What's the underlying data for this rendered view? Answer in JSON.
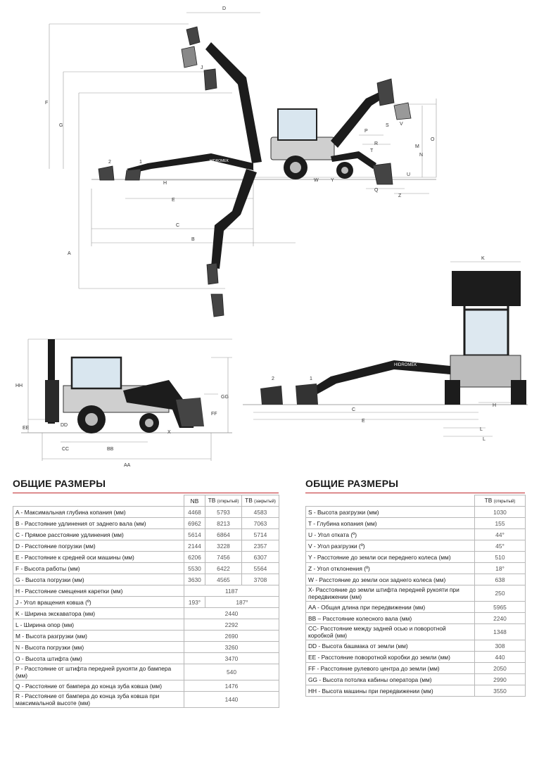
{
  "labels": {
    "top": [
      "D",
      "F",
      "G",
      "A",
      "C",
      "B",
      "E",
      "H",
      "1",
      "2",
      "J",
      "P",
      "T",
      "R",
      "S",
      "Y",
      "Q",
      "W",
      "U",
      "Z",
      "V",
      "M",
      "N",
      "O"
    ],
    "front": [
      "K"
    ],
    "side": [
      "HH",
      "EE",
      "DD",
      "CC",
      "BB",
      "AA",
      "GG",
      "FF",
      "X"
    ],
    "reach": [
      "1",
      "2",
      "C",
      "E",
      "H",
      "L",
      "L"
    ]
  },
  "brand": "HIDROMEK",
  "left_table": {
    "title": "ОБЩИЕ РАЗМЕРЫ",
    "headers": [
      "NB",
      "TB",
      "(открытый)",
      "TB",
      "(закрытый)"
    ],
    "rows": [
      {
        "label": "A - Максимальная глубина копания (мм)",
        "nb": "4468",
        "tbo": "5793",
        "tbc": "4583"
      },
      {
        "label": "B - Расстояние удлинения от заднего вала (мм)",
        "nb": "6962",
        "tbo": "8213",
        "tbc": "7063"
      },
      {
        "label": "C - Прямое расстояние удлинения (мм)",
        "nb": "5614",
        "tbo": "6864",
        "tbc": "5714"
      },
      {
        "label": "D - Расстояние погрузки (мм)",
        "nb": "2144",
        "tbo": "3228",
        "tbc": "2357"
      },
      {
        "label": "E - Расстояние к средней оси машины (мм)",
        "nb": "6206",
        "tbo": "7456",
        "tbc": "6307"
      },
      {
        "label": "F - Высота работы (мм)",
        "nb": "5530",
        "tbo": "6422",
        "tbc": "5564"
      },
      {
        "label": "G - Высота погрузки (мм)",
        "nb": "3630",
        "tbo": "4565",
        "tbc": "3708"
      },
      {
        "label": "H - Расстояние смещения каретки (мм)",
        "all": "1187"
      },
      {
        "label": "J - Угол вращения ковша (º)",
        "nb": "193°",
        "merged": "187°"
      },
      {
        "label": "K - Ширина экскаватора (мм)",
        "all": "2440"
      },
      {
        "label": "L - Ширина опор (мм)",
        "all": "2292"
      },
      {
        "label": "M - Высота разгрузки (мм)",
        "all": "2690"
      },
      {
        "label": "N - Высота погрузки (мм)",
        "all": "3260"
      },
      {
        "label": "O - Высота штифта (мм)",
        "all": "3470"
      },
      {
        "label": "P - Расстояние от штифта передней рукояти до бампера (мм)",
        "all": "540"
      },
      {
        "label": "Q - Расстояние от бампера до конца зуба ковша (мм)",
        "all": "1476"
      },
      {
        "label": "R - Расстояние от бампера до конца зуба ковша при максимальной высоте (мм)",
        "all": "1440"
      }
    ]
  },
  "right_table": {
    "title": "ОБЩИЕ РАЗМЕРЫ",
    "headers": [
      "TB",
      "(открытый)"
    ],
    "rows": [
      {
        "label": "S - Высота разгрузки (мм)",
        "val": "1030"
      },
      {
        "label": "T - Глубина копания (мм)",
        "val": "155"
      },
      {
        "label": "U - Угол отката (º)",
        "val": "44°"
      },
      {
        "label": "V - Угол разгрузки (º)",
        "val": "45°"
      },
      {
        "label": "Y - Расстояние до земли оси переднего колеса (мм)",
        "val": "510"
      },
      {
        "label": "Z - Угол отклонения (º)",
        "val": "18°"
      },
      {
        "label": "W - Расстояние до земли оси заднего колеса (мм)",
        "val": "638"
      },
      {
        "label": "X- Расстояние до земли штифта передней рукояти при передвижении (мм)",
        "val": "250"
      },
      {
        "label": "AA - Общая длина при передвижении (мм)",
        "val": "5965"
      },
      {
        "label": "BB – Расстояние колесного вала (мм)",
        "val": "2240"
      },
      {
        "label": "CC- Расстояние между задней осью и поворотной коробкой (мм)",
        "val": "1348"
      },
      {
        "label": "DD - Высота башмака от земли (мм)",
        "val": "308"
      },
      {
        "label": "EE - Расстояние поворотной коробки до земли (мм)",
        "val": "440"
      },
      {
        "label": "FF - Расстояние рулевого центра до земли (мм)",
        "val": "2050"
      },
      {
        "label": "GG - Высота потолка кабины оператора (мм)",
        "val": "2990"
      },
      {
        "label": "HH - Высота машины при передвижении (мм)",
        "val": "3550"
      }
    ]
  },
  "colors": {
    "accent": "#c0282d",
    "machine": "#1c1c1c",
    "grid": "#b8b8b8"
  }
}
